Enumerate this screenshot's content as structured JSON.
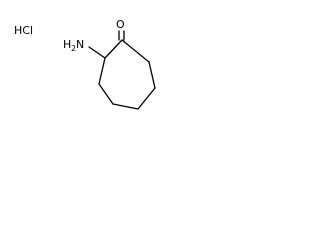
{
  "molecule": {
    "salt": "HCl",
    "amine": "H2N",
    "amine_main": "H",
    "amine_subscript": "2",
    "amine_tail": "N",
    "carbonyl_oxygen": "O"
  },
  "colors": {
    "bond": "#000000",
    "label": "#000000",
    "background": "#ffffff"
  }
}
